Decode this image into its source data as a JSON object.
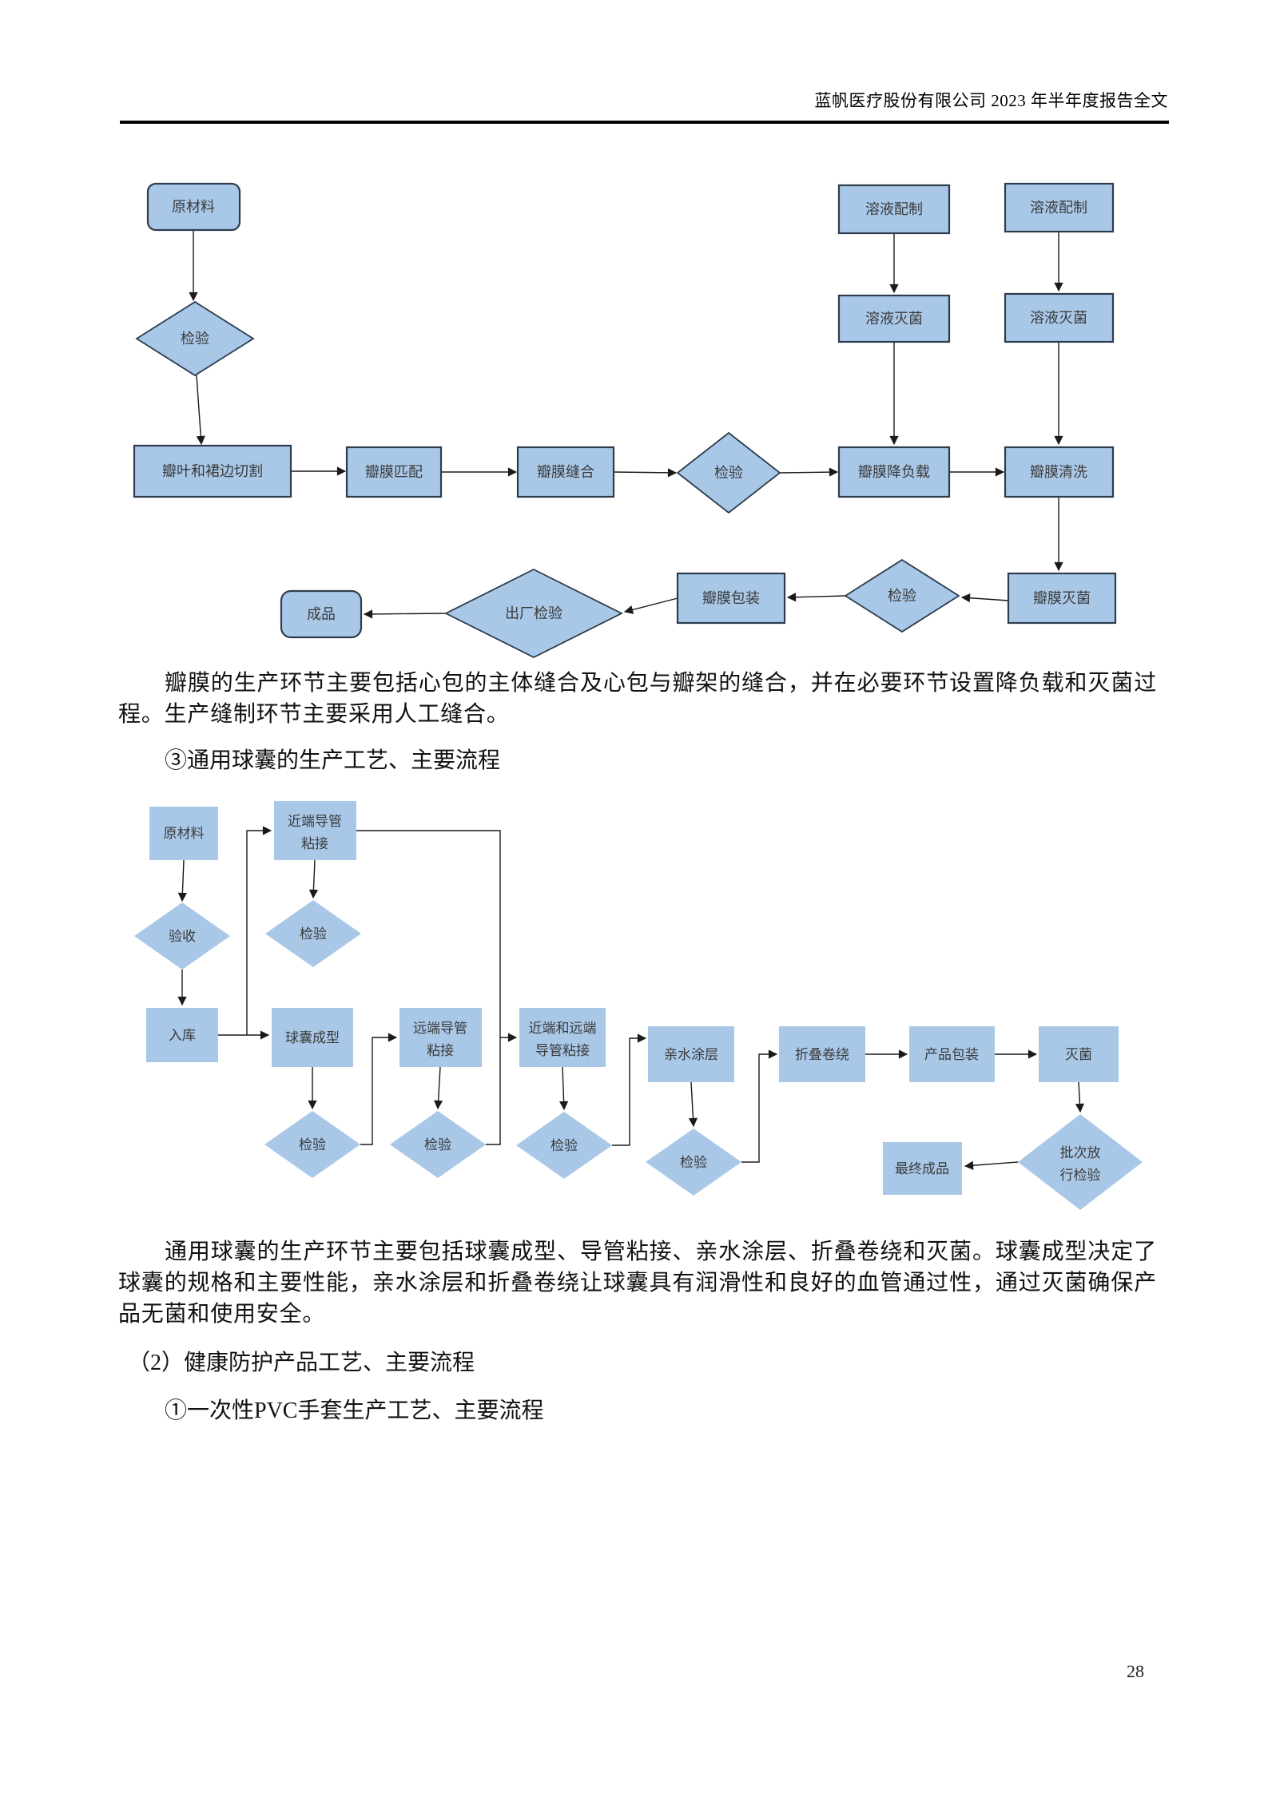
{
  "header": {
    "title": "蓝帆医疗股份有限公司 2023 年半年度报告全文"
  },
  "footer": {
    "page_number": "28"
  },
  "colors": {
    "node_fill": "#a9c8e8",
    "node_border": "#2d3c4d",
    "arrow": "#1a1a1a",
    "node_text": "#3a3a3a",
    "rule": "#000000"
  },
  "body": {
    "paragraph_valve": "瓣膜的生产环节主要包括心包的主体缝合及心包与瓣架的缝合，并在必要环节设置降负载和灭菌过程。生产缝制环节主要采用人工缝合。",
    "heading_balloon": "③通用球囊的生产工艺、主要流程",
    "paragraph_balloon": "通用球囊的生产环节主要包括球囊成型、导管粘接、亲水涂层、折叠卷绕和灭菌。球囊成型决定了球囊的规格和主要性能，亲水涂层和折叠卷绕让球囊具有润滑性和良好的血管通过性，通过灭菌确保产品无菌和使用安全。",
    "heading_health": "（2）健康防护产品工艺、主要流程",
    "heading_pvc": "①一次性PVC手套生产工艺、主要流程"
  },
  "fc1": {
    "raw_material": "原材料",
    "inspect1": "检验",
    "cut": "瓣叶和裙边切割",
    "match": "瓣膜匹配",
    "sew": "瓣膜缝合",
    "inspect2": "检验",
    "deload": "瓣膜降负载",
    "clean": "瓣膜清洗",
    "solution_prep_1": "溶液配制",
    "solution_prep_2": "溶液配制",
    "solution_sterilize_1": "溶液灭菌",
    "solution_sterilize_2": "溶液灭菌",
    "valve_sterilize": "瓣膜灭菌",
    "inspect3": "检验",
    "valve_pack": "瓣膜包装",
    "factory_inspect": "出厂检验",
    "finished": "成品"
  },
  "fc2": {
    "raw_material": "原材料",
    "proximal_l1": "近端导管",
    "proximal_l2": "粘接",
    "accept": "验收",
    "inspect_a": "检验",
    "warehouse": "入库",
    "balloon_forming": "球囊成型",
    "distal_l1": "远端导管",
    "distal_l2": "粘接",
    "both_l1": "近端和远端",
    "both_l2": "导管粘接",
    "inspect_b": "检验",
    "inspect_c": "检验",
    "inspect_d": "检验",
    "coating": "亲水涂层",
    "inspect_e": "检验",
    "folding": "折叠卷绕",
    "packing": "产品包装",
    "sterilize": "灭菌",
    "batch_l1": "批次放",
    "batch_l2": "行检验",
    "final": "最终成品"
  }
}
